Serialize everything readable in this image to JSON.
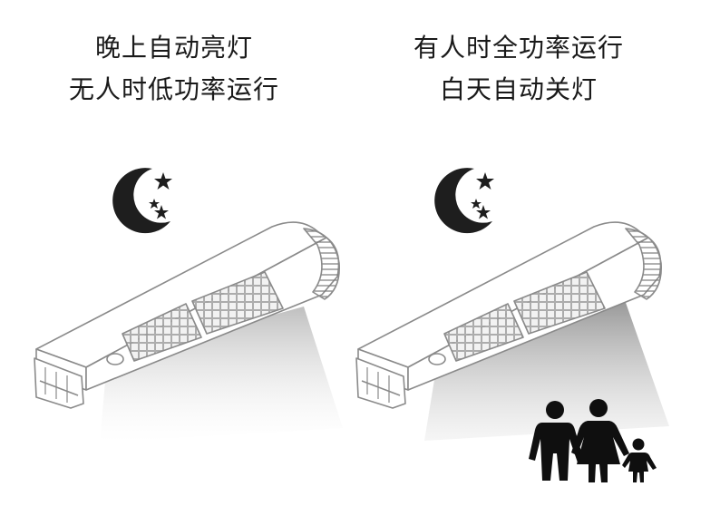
{
  "left_panel": {
    "line1": "晚上自动亮灯",
    "line2": "无人时低功率运行"
  },
  "right_panel": {
    "line1": "有人时全功率运行",
    "line2": "白天自动关灯"
  },
  "icons": {
    "moon": "crescent-moon-icon",
    "people": "family-silhouette-icon"
  },
  "colors": {
    "text": "#1a1a1a",
    "icon": "#1e1e1e",
    "lamp_outline": "#8a8a8a",
    "light_beam": "#9a9a9a"
  }
}
